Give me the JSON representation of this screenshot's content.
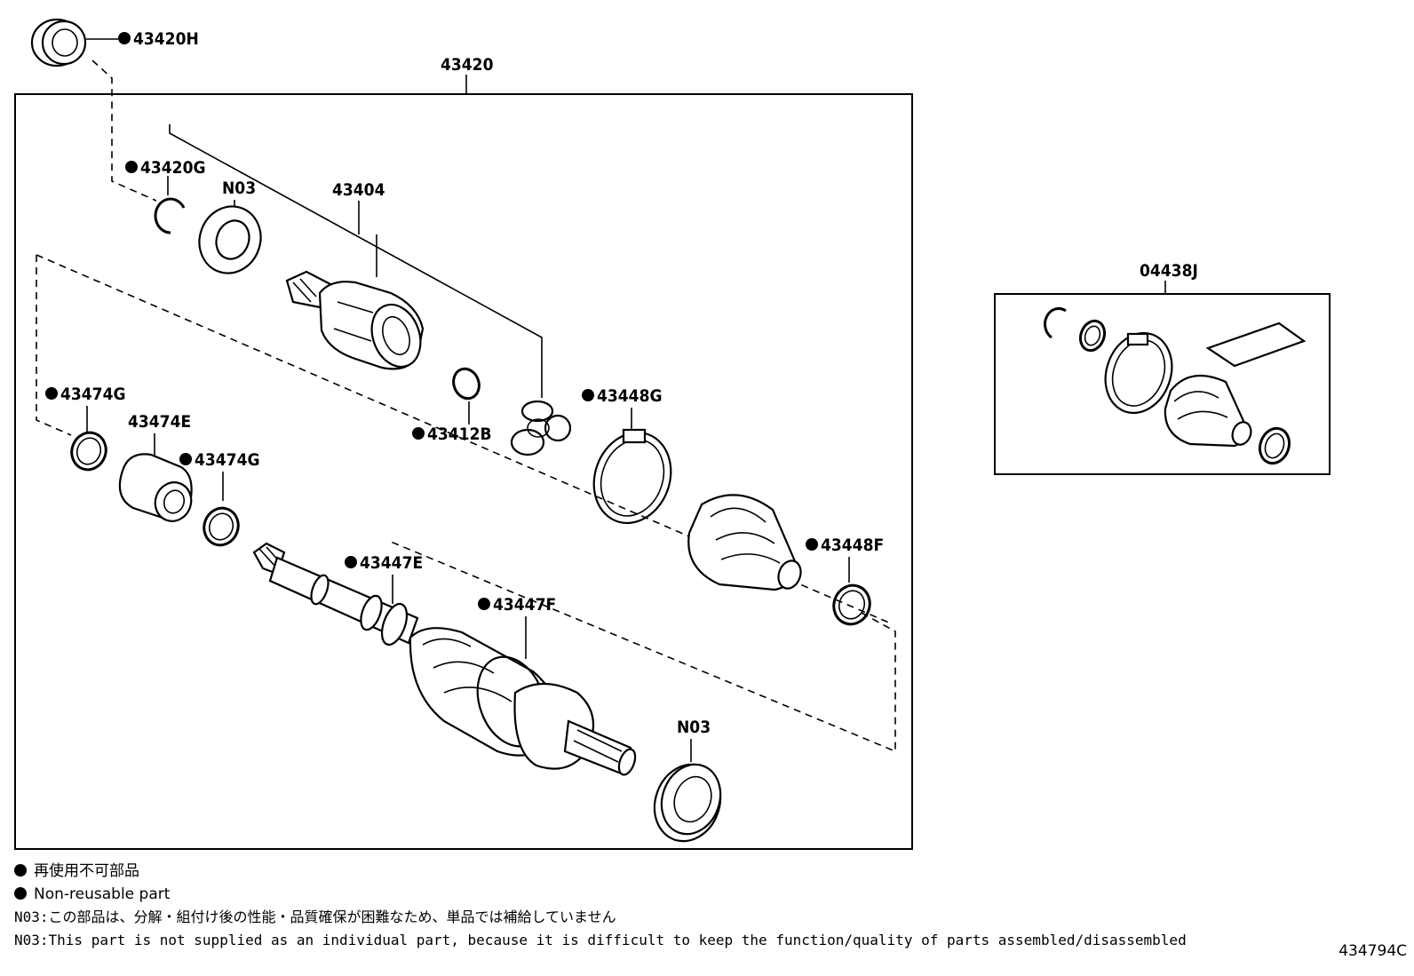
{
  "callouts": {
    "assembly": "43420",
    "kit": "04438J",
    "seal_top": "43420H",
    "snap_ring_top": "43420G",
    "washer_n03_top": "N03",
    "inboard_joint": "43404",
    "snap_ring_mid": "43412B",
    "boot_clamp_large": "43448G",
    "boot_clamp_small": "43448F",
    "damper_clamp_left": "43474G",
    "damper": "43474E",
    "damper_clamp_right": "43474G",
    "outboard_clamp_small": "43447E",
    "outboard_clamp_large": "43447F",
    "seal_n03_bottom": "N03"
  },
  "legend": {
    "nonreusable_jp": "再使用不可部品",
    "nonreusable_en": "Non-reusable part",
    "n03_jp": "N03:この部品は、分解・組付け後の性能・品質確保が困難なため、単品では補給していません",
    "n03_en": "N03:This part is not supplied as an individual part, because it is difficult to keep the function/quality of parts assembled/disassembled"
  },
  "figure_code": "434794C"
}
